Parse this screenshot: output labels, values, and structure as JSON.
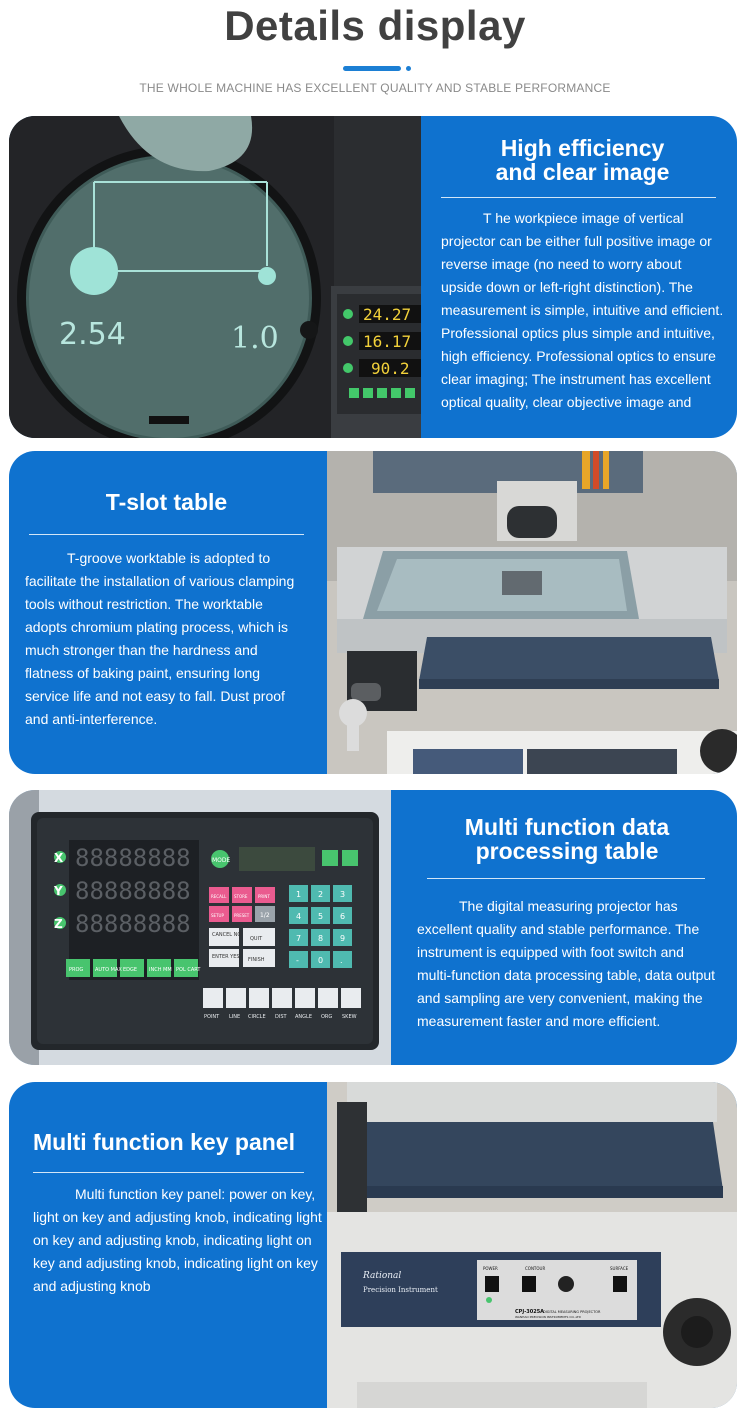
{
  "header": {
    "title": "Details display",
    "subtitle": "THE WHOLE MACHINE HAS EXCELLENT QUALITY AND STABLE PERFORMANCE",
    "accent_color": "#1c7fd4"
  },
  "card_color": "#0f72cf",
  "sections": [
    {
      "title_lines": [
        "High efficiency",
        "and clear image"
      ],
      "body": "T he workpiece image of vertical projector can be either full positive image or reverse image (no need to worry about upside down or left-right distinction). The measurement is simple, intuitive and efficient. Professional optics plus simple and intuitive, high efficiency. Professional optics to ensure clear imaging; The instrument has excellent optical quality, clear objective image and",
      "screen_left": "2.54",
      "screen_right": "1.0",
      "readouts": [
        "24.27",
        "16.17",
        "90.2"
      ]
    },
    {
      "title_lines": [
        "T-slot table"
      ],
      "body": "T-groove worktable is adopted to facilitate the installation of various clamping tools without restriction. The worktable adopts chromium plating process, which is much stronger than the hardness and flatness of baking paint, ensuring long service life and not easy to fall. Dust proof and anti-interference."
    },
    {
      "title_lines": [
        "Multi function data",
        "processing table"
      ],
      "body": "The digital measuring projector has excellent quality and stable performance. The instrument is equipped with foot switch and multi-function data processing table, data output and sampling are very convenient, making the measurement faster and more efficient.",
      "panel": {
        "axes": [
          "X",
          "Y",
          "Z"
        ],
        "mode_key": "MODE",
        "function_keys": [
          "PROG",
          "AUTO MAX",
          "EDGE",
          "INCH MM",
          "POL CART"
        ],
        "side_keys": [
          "RECALL",
          "STORE",
          "PRINT",
          "SETUP",
          "PRESET",
          "1/2"
        ],
        "cancel_key": "CANCEL NO",
        "quit_key": "QUIT",
        "enter_key": "ENTER YES",
        "finish_key": "FINISH",
        "numpad": [
          "1",
          "2",
          "3",
          "4",
          "5",
          "6",
          "7",
          "8",
          "9",
          "-",
          "0",
          "."
        ],
        "shape_labels": [
          "POINT",
          "LINE",
          "CIRCLE",
          "DIST",
          "ANGLE",
          "ORG",
          "SKEW"
        ]
      }
    },
    {
      "title_lines": [
        "Multi function key panel"
      ],
      "body": "Multi function key panel: power on key, light on key and adjusting knob, indicating light on key and adjusting knob, indicating light on key and adjusting knob, indicating light on key and adjusting knob",
      "plate_brand": "Rational",
      "plate_brand_sub": "Precision Instrument",
      "plate_labels": [
        "POWER",
        "CONTOUR",
        "SURFACE"
      ],
      "plate_model": "CPJ-3025A",
      "plate_model_desc": "DIGITAL MEASURING PROJECTOR",
      "plate_maker": "WANHAO PRECISION INSTRUMENTS CO.,LTD"
    }
  ]
}
